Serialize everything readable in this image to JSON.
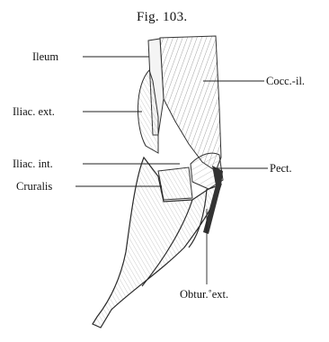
{
  "figure": {
    "title": "Fig. 103.",
    "labels": {
      "ileum": "Ileum",
      "iliac_ext": "Iliac. ext.",
      "iliac_int": "Iliac. int.",
      "cruralis": "Cruralis",
      "cocc_il": "Cocc.-il.",
      "pect": "Pect.",
      "obtur_ext": "Obtur.˚ext."
    }
  }
}
